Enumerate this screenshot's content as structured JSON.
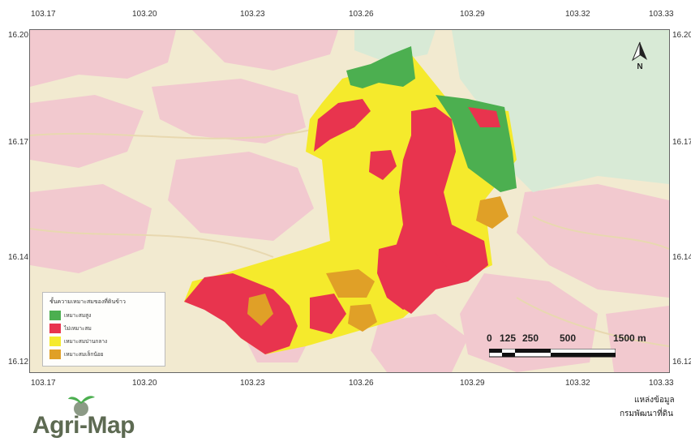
{
  "map": {
    "x_ticks": [
      "103.17",
      "103.20",
      "103.23",
      "103.26",
      "103.29",
      "103.32",
      "103.33"
    ],
    "y_ticks": [
      "16.20",
      "16.17",
      "16.14",
      "16.12"
    ],
    "y_ticks_right": [
      "16.20",
      "16.17",
      "16.14",
      "16.12"
    ],
    "north_label": "N"
  },
  "legend": {
    "title": "ชั้นความเหมาะสมของที่ดินข้าว",
    "items": [
      {
        "label": "เหมาะสมสูง",
        "color": "#4caf50"
      },
      {
        "label": "ไม่เหมาะสม",
        "color": "#e8344e"
      },
      {
        "label": "เหมาะสมปานกลาง",
        "color": "#f5ea2c"
      },
      {
        "label": "เหมาะสมเล็กน้อย",
        "color": "#e0a027"
      }
    ]
  },
  "scalebar": {
    "labels": [
      "0",
      "125",
      "250",
      "500",
      "1500 m"
    ]
  },
  "source": {
    "line1": "แหล่งข้อมูล",
    "line2": "กรมพัฒนาที่ดิน"
  },
  "logo": {
    "text": "Agri-Map"
  },
  "colors": {
    "basemap": "#f2ead0",
    "basemap_pink": "#f2c9cf",
    "basemap_green": "#d8ead6",
    "high": "#4caf50",
    "unsuitable": "#e8344e",
    "moderate": "#f5ea2c",
    "marginal": "#e0a027"
  }
}
